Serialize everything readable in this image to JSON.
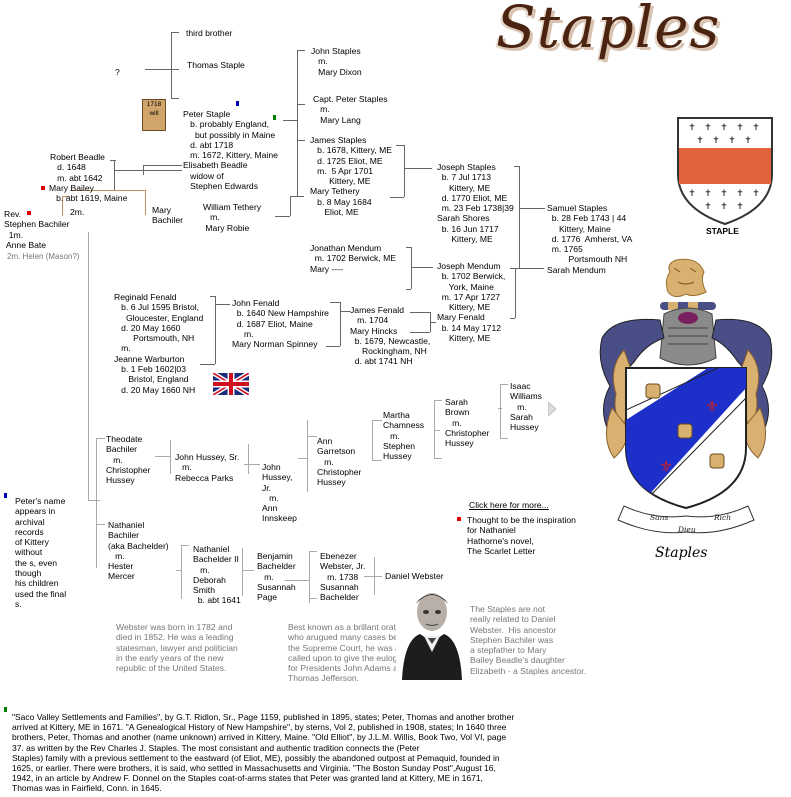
{
  "title": "Staples",
  "labels": {
    "third_brother": "third brother",
    "question_mark": "?",
    "thomas_staple": "Thomas Staple",
    "will_year": "1718",
    "will_word": "will",
    "peter_staple": "Peter Staple\n   b. probably England,\n     but possibly in Maine\n   d. abt 1718\n   m. 1672, Kittery, Maine\nElisabeth Beadle\n   widow of\n   Stephen Edwards",
    "john_staples": "John Staples\n   m.\n   Mary Dixon",
    "capt_peter": "Capt. Peter Staples\n   m.\n   Mary Lang",
    "james_staples": "James Staples\n   b. 1678, Kittery, ME\n   d. 1725 Eliot, ME\n   m.  5 Apr 1701\n        Kittery, ME\nMary Tethery\n   b. 8 May 1684\n      Eliot, ME",
    "robert_beadle": "Robert Beadle\n   d. 1648\n   m. abt 1642",
    "mary_bailey": "Mary Bailey\n   b. abt 1619, Maine",
    "second_marriage": "2m.",
    "mary_bachiler": "Mary\nBachiler",
    "william_tethery": "William Tethery\n   m.\n Mary Robie",
    "stephen_bachiler": "Rev.\nStephen Bachiler\n  1m.\n Anne Bate",
    "helen_mason": "2m. Helen (Mason?)",
    "joseph_staples": "Joseph Staples\n  b. 7 Jul 1713\n     Kittery, ME\n  d. 1770 Eliot, ME\n  m. 23 Feb 1738|39\nSarah Shores\n  b. 16 Jun 1717\n      Kittery, ME",
    "samuel_staples": "Samuel Staples\n  b. 28 Feb 1743 | 44\n     Kittery, Maine\n  d. 1776  Amherst, VA\n  m. 1765\n         Portsmouth NH\nSarah Mendum",
    "jonathan_mendum": "Jonathan Mendum\n  m. 1702 Berwick, ME\nMary ----",
    "joseph_mendum": "Joseph Mendum\n  b. 1702 Berwick,\n     York, Maine\n  m. 17 Apr 1727\n     Kittery, ME\nMary Fenald\n  b. 14 May 1712\n     Kittery, ME",
    "reginald_fenald": "Reginald Fenald\n   b. 6 Jul 1595 Bristol,\n     Gloucester, England\n   d. 20 May 1660\n        Portsmouth, NH\n   m.\nJeanne Warburton\n   b. 1 Feb 1602|03\n      Bristol, England\n   d. 20 May 1660 NH",
    "john_fenald": "John Fenald\n  b. 1640 New Hampshire\n  d. 1687 Eliot, Maine\n     m.\nMary Norman Spinney",
    "james_fenald": "James Fenald\n   m. 1704\nMary Hincks\n  b. 1679, Newcastle,\n     Rockingham, NH\n  d. abt 1741 NH",
    "theodate": "Theodate\nBachiler\n   m.\nChristopher\nHussey",
    "john_hussey_sr": "John Hussey, Sr.\n   m.\nRebecca Parks",
    "john_hussey_jr": "John\nHussey,\nJr.\n   m.\nAnn\nInnskeep",
    "ann_garretson": "Ann\nGarretson\n   m.\nChristopher\nHussey",
    "martha_chamness": "Martha\nChamness\n   m.\nStephen\nHussey",
    "sarah_brown": "Sarah\nBrown\n   m.\nChristopher\nHussey",
    "isaac_williams": "Isaac\nWilliams\n   m.\nSarah\nHussey",
    "nathaniel_bachiler": "Nathaniel\nBachiler\n(aka Bachelder)\n   m.\nHester\nMercer",
    "nathaniel_ii": "Nathaniel\nBachelder II\n   m.\nDeborah\nSmith\n  b. abt 1641",
    "benjamin_bachelder": "Benjamin\nBachelder\n   m.\nSusannah\nPage",
    "ebenezer_webster": "Ebenezer\nWebster, Jr.\n   m. 1738\nSusannah\nBachelder",
    "daniel_webster": "Daniel Webster",
    "peters_name_note": "Peter's name\nappears in\narchival\nrecords\nof Kittery\nwithout\nthe s, even\nthough\nhis children\nused the final\ns.",
    "click_more": "Click here for more...",
    "scarlet_letter_note": "Thought to be the inspiration\nfor Nathaniel\nHathorne's novel,\nThe Scarlet Letter",
    "webster_born": "Webster was born in 1782 and\ndied in 1852. He was a leading\nstatesman, lawyer and politician\nin the early years of the new\nrepublic of the United States.",
    "webster_orator": "Best known as a brillant orator,\nwho arugued many cases before\nthe Supreme Court, he was also\ncalled upon to give the eulogies\nfor Presidents John Adams and\nThomas Jefferson.",
    "staples_not_related": "The Staples are not\nreally related to Daniel\nWebster.  His ancestor\nStephen Bachiler was\na stepfather to Mary\nBailey Beadle's daughter\nElizabeth - a Staples ancestor.",
    "staple_arms_label": "STAPLE",
    "motto_left": "Sans",
    "motto_right": "Rich",
    "motto_bottom": "Dieu",
    "staples_caption": "Staples",
    "footnote": "\"Saco Valley Settlements and Families\", by G.T. Ridlon, Sr., Page 1159, published in 1895, states; Peter, Thomas and another brother\narrived at Kittery, ME in 1671. \"A Genealogical History of New Hampshire\", by sterns, Vol 2, published in 1908, states; In 1640 three\nbrothers, Peter, Thomas and another (name unknown) arrived in Kittery, Maine. \"Old Elliot\", by J.L.M. Willis, Book Two, Vol VI, page\n37. as written by the Rev Charles J. Staples. The most consistant and authentic tradition connects the (Peter\nStaples) family with a previous settlement to the eastward (of Eliot, ME), possibly the abandoned outpost at Pemaquid, founded in\n1625, or earlier. There were brothers, it is said, who settled in Massachusetts and Virginia. \"The Boston Sunday Post\",August 16,\n1942, in an article by Andrew F. Donnel on the Staples coat-of-arms states that Peter was granted land at Kittery, ME in 1671,\nThomas was in Fairfield, Conn. in 1645."
  },
  "colors": {
    "shield_red": "#e0623a",
    "shield_blue": "#1c2fc8",
    "mantling_blue": "#4a4e86",
    "mantling_gold": "#d8b070",
    "title_brown": "#4a2410"
  }
}
